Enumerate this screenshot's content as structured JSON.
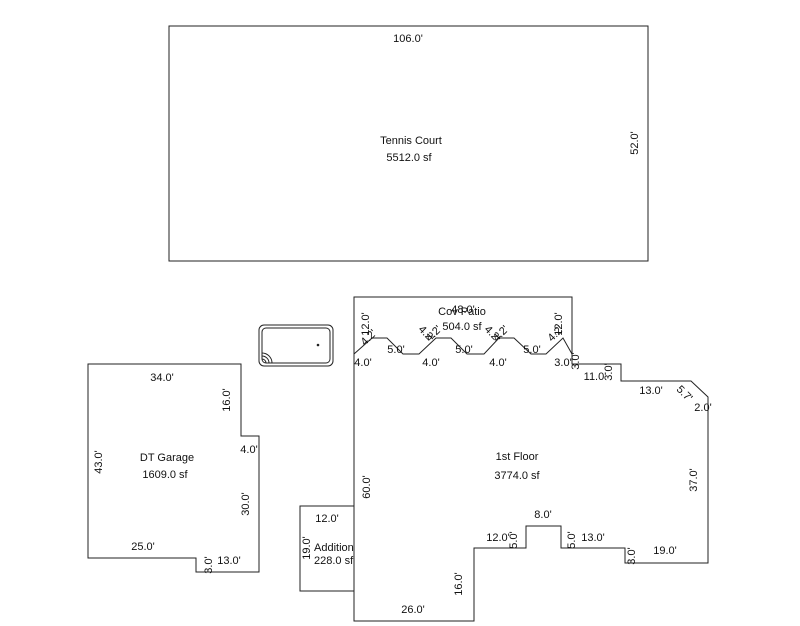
{
  "rooms": {
    "tennis": {
      "name": "Tennis Court",
      "area": "5512.0 sf",
      "dim_top": "106.0'",
      "dim_right": "52.0'"
    },
    "patio": {
      "name": "Cov Patio",
      "area": "504.0 sf",
      "dim_top": "48.0'",
      "dim_left": "12.0'",
      "dim_right": "12.0'"
    },
    "garage": {
      "name": "DT Garage",
      "area": "1609.0 sf",
      "dim_top": "34.0'",
      "dim_left": "43.0'",
      "dim_r1": "16.0'",
      "dim_r2": "4.0'",
      "dim_r3": "30.0'",
      "dim_b1": "25.0'",
      "dim_b2": "3.0'",
      "dim_b3": "13.0'"
    },
    "addition": {
      "name": "Addition",
      "area": "228.0 sf",
      "dim_top": "12.0'",
      "dim_left": "19.0'"
    },
    "floor1": {
      "name": "1st Floor",
      "area": "3774.0 sf",
      "dim_left": "60.0'",
      "dim_bottom": "26.0'",
      "dim_b16": "16.0'",
      "dim_b12": "12.0'",
      "dim_b5a": "5.0'",
      "dim_b8": "8.0'",
      "dim_b5b": "5.0'",
      "dim_b13": "13.0'",
      "dim_b3": "3.0'",
      "dim_b19": "19.0'",
      "dim_r37": "37.0'",
      "dim_r2": "2.0'",
      "dim_r57": "5.7'",
      "dim_r13": "13.0'",
      "dim_r3": "3.0'",
      "dim_r11": "11.0'",
      "dim_r3b": "3.0'"
    },
    "patio_edge": {
      "e4a": "4.0'",
      "e5a": "5.0'",
      "e4b": "4.0'",
      "e5b": "5.0'",
      "e4c": "4.0'",
      "e5c": "5.0'",
      "e3": "3.0'",
      "d1": "4.2'",
      "d2": "4.2'",
      "d3": "4.2'",
      "d4": "4.2'",
      "d5": "4.2'",
      "d6": "4.2'",
      "d7": "1.2'",
      "d8": "1.2'"
    }
  },
  "colors": {
    "line": "#222222",
    "text": "#111111",
    "background": "#ffffff"
  }
}
